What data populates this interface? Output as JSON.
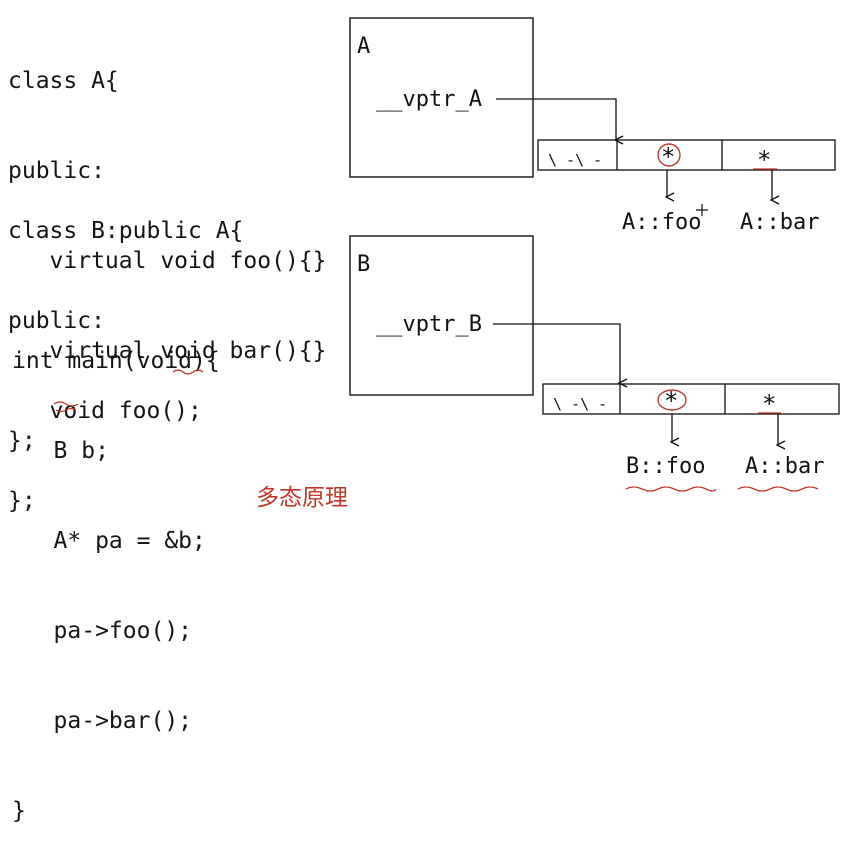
{
  "code": {
    "class_a": [
      "class A{",
      "public:",
      "   virtual void foo(){}",
      "   virtual void bar(){}",
      "};"
    ],
    "class_b": [
      "class B:public A{",
      "public:",
      "   void foo();",
      "};"
    ],
    "main": [
      "int main(void){",
      "   B b;",
      "   A* pa = &b;",
      "   pa->foo();",
      "   pa->bar();",
      "}"
    ]
  },
  "diagram": {
    "object_a": {
      "label": "A",
      "vptr": "__vptr_A",
      "vtable_cells": [
        "\\ -\\ -",
        "*",
        "*"
      ],
      "targets": [
        "A::foo",
        "A::bar"
      ]
    },
    "object_b": {
      "label": "B",
      "vptr": "__vptr_B",
      "vtable_cells": [
        "\\ -\\ -",
        "*",
        "*"
      ],
      "targets": [
        "B::foo",
        "A::bar"
      ]
    }
  },
  "caption": "多态原理",
  "colors": {
    "ink": "#111111",
    "annotation_red": "#c0392b"
  }
}
